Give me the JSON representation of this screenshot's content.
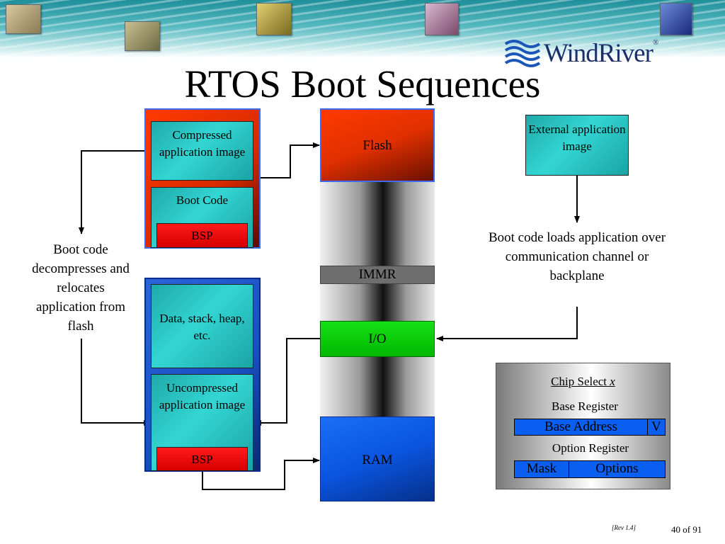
{
  "slide": {
    "title": "RTOS Boot Sequences",
    "logo": "WindRiver",
    "logo_mark": "®",
    "rev": "[Rev 1.4]",
    "page": "40 of 91"
  },
  "flash_group": {
    "compressed": "Compressed application image",
    "boot_code": "Boot Code",
    "bsp": "BSP"
  },
  "ram_group": {
    "data": "Data, stack, heap, etc.",
    "uncompressed": "Uncompressed application image",
    "bsp": "BSP"
  },
  "memory_map": {
    "flash": "Flash",
    "immr": "IMMR",
    "io": "I/O",
    "ram": "RAM"
  },
  "external": {
    "label": "External application image",
    "caption": "Boot code loads application over communication channel or backplane"
  },
  "left_caption": "Boot code decompresses and relocates application from flash",
  "chip_select": {
    "title": "Chip Select",
    "title_var": "x",
    "base_register": "Base Register",
    "base_address": "Base Address",
    "v": "V",
    "option_register": "Option Register",
    "mask": "Mask",
    "options": "Options"
  },
  "colors": {
    "flash": "#ff3300",
    "io": "#00cc00",
    "ram": "#0a5ef0",
    "teal": "#33d6d3",
    "bsp": "#ff0000"
  }
}
